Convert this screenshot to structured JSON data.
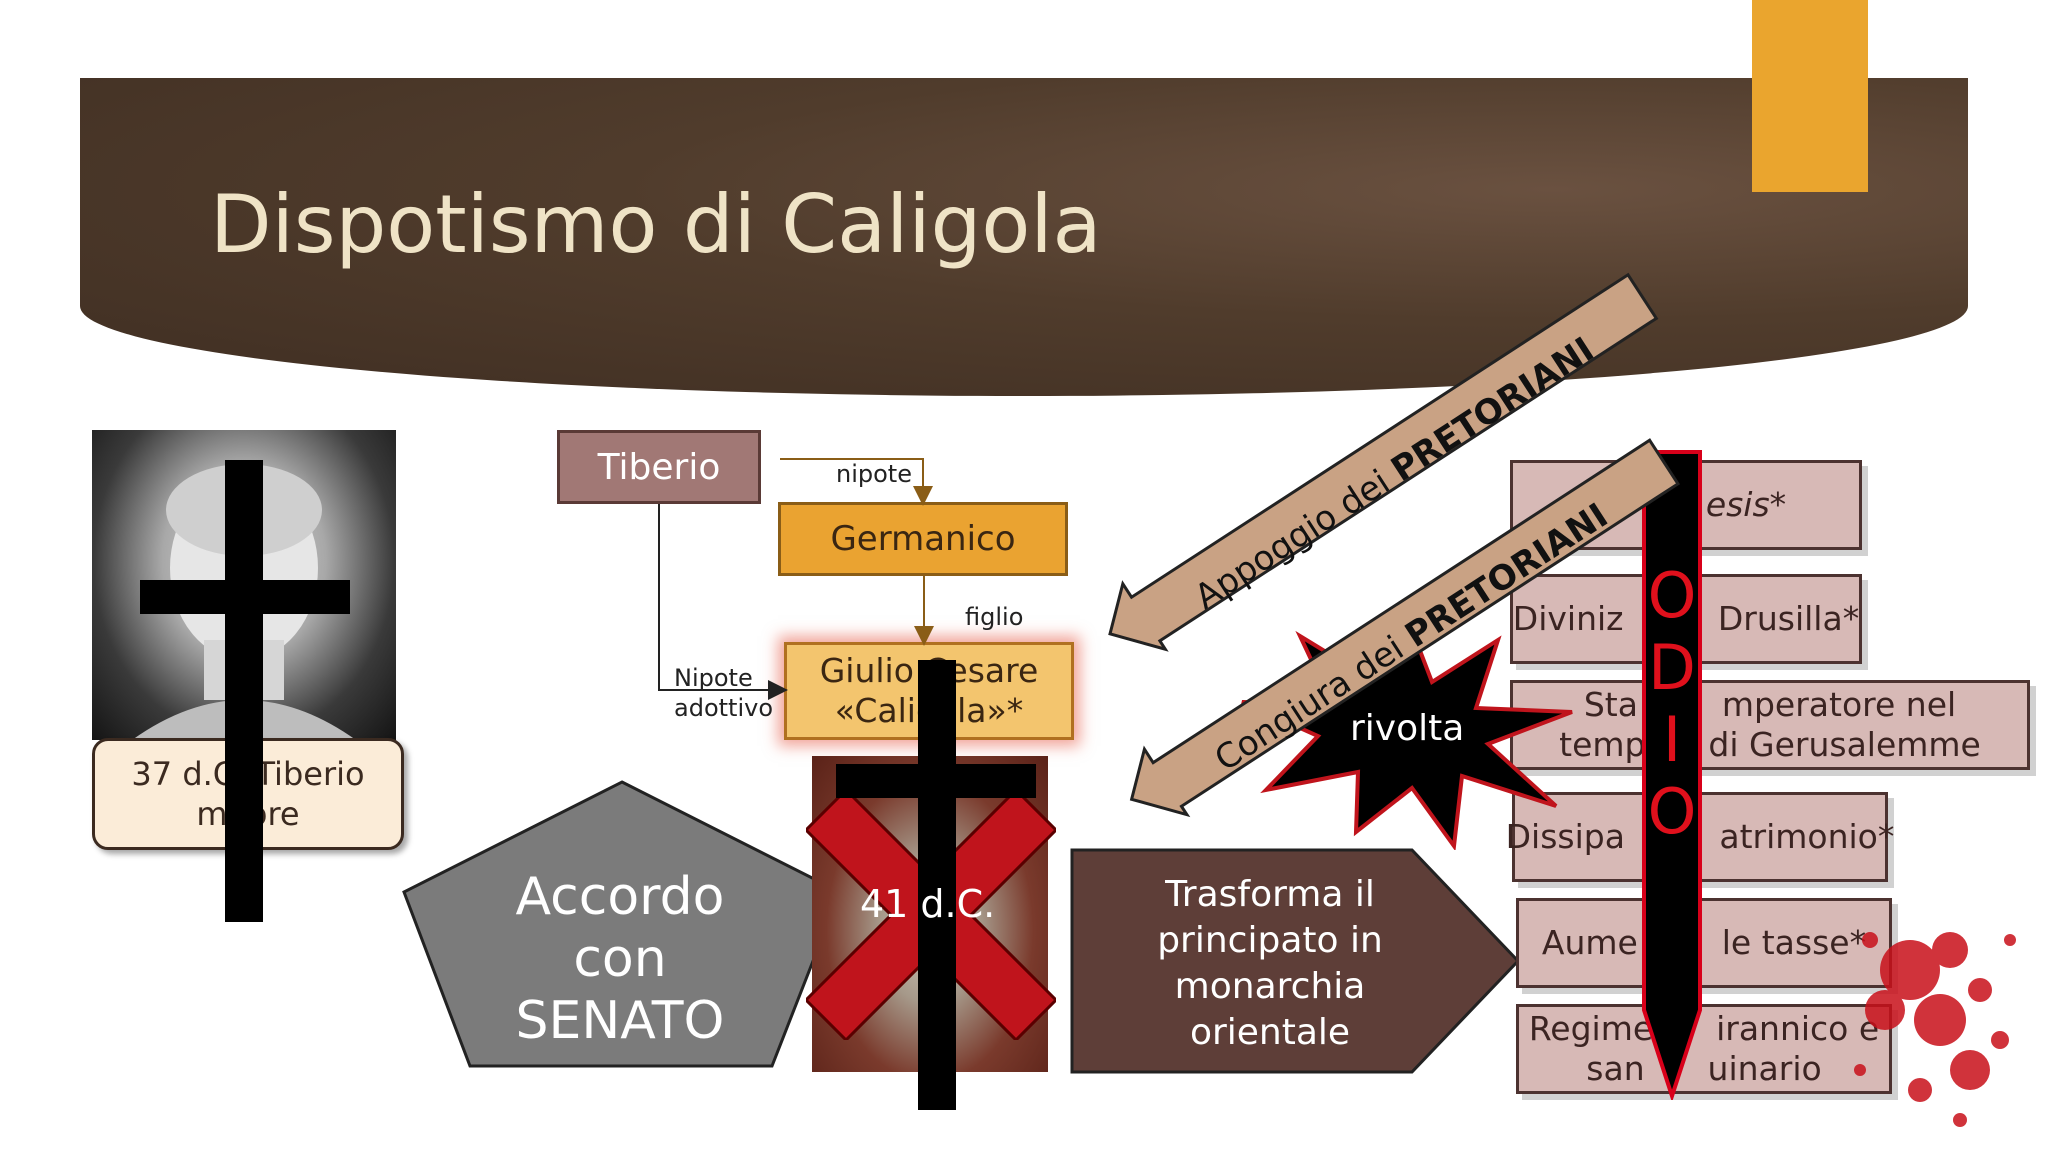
{
  "slide": {
    "title": "Dispotismo di Caligola"
  },
  "family": {
    "tiberio": "Tiberio",
    "germanico": "Germanico",
    "caligola_line1": "Giulio Cesare",
    "caligola_line2": "«Caligola»*",
    "rel_nipote": "nipote",
    "rel_figlio": "figlio",
    "rel_adottivo_1": "Nipote",
    "rel_adottivo_2": "adottivo"
  },
  "tiberio_photo": {
    "caption_line1": "37 d.C. Tiberio",
    "caption_line2": "muore"
  },
  "caligola_photo": {
    "death": "41 d.C."
  },
  "accordo": {
    "line1": "Accordo",
    "line2": "con",
    "line3": "SENATO"
  },
  "trasforma": {
    "line1": "Trasforma il",
    "line2": "principato in",
    "line3": "monarchia",
    "line4": "orientale"
  },
  "arrows": {
    "appoggio_prefix": "Appoggio dei ",
    "appoggio_bold": "PRETORIANI",
    "congiura_prefix": "Congiura dei ",
    "congiura_bold": "PRETORIANI"
  },
  "rivolta": "rivolta",
  "odio": [
    "O",
    "D",
    "I",
    "O"
  ],
  "reasons": [
    {
      "line1": "esis*"
    },
    {
      "line1": "Diviniz         Drusilla*"
    },
    {
      "line1": "Sta        mperatore nel",
      "line2": "temp      di Gerusalemme"
    },
    {
      "line1": "Dissipa         atrimonio*"
    },
    {
      "line1": "Aume        le tasse*"
    },
    {
      "line1": "Regime      irannico e",
      "line2": "san      uinario"
    }
  ],
  "colors": {
    "header": "#4a3829",
    "accent_orange": "#eaa52e",
    "blood": "#c8101a"
  }
}
